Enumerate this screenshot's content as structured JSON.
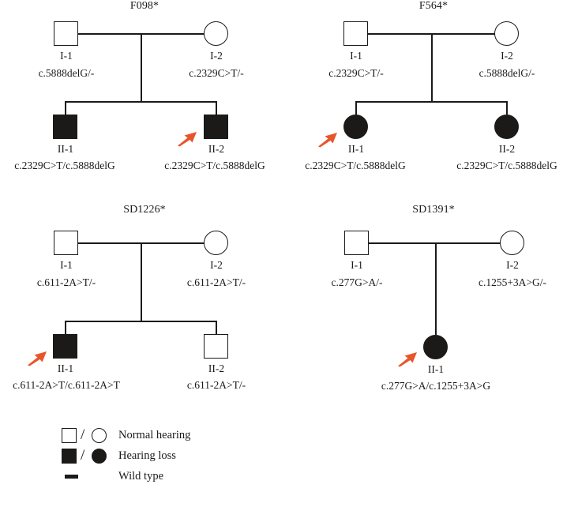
{
  "figure": {
    "kind": "pedigree-chart",
    "colors": {
      "line": "#1a1a1a",
      "filled_symbol": "#1c1a19",
      "proband_arrow": "#e8552a",
      "background": "#ffffff"
    }
  },
  "pedigrees": [
    {
      "id": "F098",
      "title": "F098*",
      "generation_I": [
        {
          "id_label": "I-1",
          "sex": "male",
          "affected": false,
          "genotype": "c.5888delG/-"
        },
        {
          "id_label": "I-2",
          "sex": "female",
          "affected": false,
          "genotype": "c.2329C>T/-"
        }
      ],
      "generation_II": [
        {
          "id_label": "II-1",
          "sex": "male",
          "affected": true,
          "proband": false,
          "genotype": "c.2329C>T/c.5888delG"
        },
        {
          "id_label": "II-2",
          "sex": "male",
          "affected": true,
          "proband": true,
          "genotype": "c.2329C>T/c.5888delG"
        }
      ]
    },
    {
      "id": "F564",
      "title": "F564*",
      "generation_I": [
        {
          "id_label": "I-1",
          "sex": "male",
          "affected": false,
          "genotype": "c.2329C>T/-"
        },
        {
          "id_label": "I-2",
          "sex": "female",
          "affected": false,
          "genotype": "c.5888delG/-"
        }
      ],
      "generation_II": [
        {
          "id_label": "II-1",
          "sex": "female",
          "affected": true,
          "proband": true,
          "genotype": "c.2329C>T/c.5888delG"
        },
        {
          "id_label": "II-2",
          "sex": "female",
          "affected": true,
          "proband": false,
          "genotype": "c.2329C>T/c.5888delG"
        }
      ]
    },
    {
      "id": "SD1226",
      "title": "SD1226*",
      "generation_I": [
        {
          "id_label": "I-1",
          "sex": "male",
          "affected": false,
          "genotype": "c.611-2A>T/-"
        },
        {
          "id_label": "I-2",
          "sex": "female",
          "affected": false,
          "genotype": "c.611-2A>T/-"
        }
      ],
      "generation_II": [
        {
          "id_label": "II-1",
          "sex": "male",
          "affected": true,
          "proband": true,
          "genotype": "c.611-2A>T/c.611-2A>T"
        },
        {
          "id_label": "II-2",
          "sex": "male",
          "affected": false,
          "proband": false,
          "genotype": "c.611-2A>T/-"
        }
      ]
    },
    {
      "id": "SD1391",
      "title": "SD1391*",
      "generation_I": [
        {
          "id_label": "I-1",
          "sex": "male",
          "affected": false,
          "genotype": "c.277G>A/-"
        },
        {
          "id_label": "I-2",
          "sex": "female",
          "affected": false,
          "genotype": "c.1255+3A>G/-"
        }
      ],
      "generation_II": [
        {
          "id_label": "II-1",
          "sex": "female",
          "affected": true,
          "proband": true,
          "genotype": "c.277G>A/c.1255+3A>G"
        }
      ]
    }
  ],
  "legend": {
    "rows": [
      {
        "label": "Normal hearing",
        "symbol": "open-square-slash-open-circle",
        "separator": "/"
      },
      {
        "label": "Hearing loss",
        "symbol": "filled-square-slash-filled-circle",
        "separator": "/"
      },
      {
        "label": "Wild type",
        "symbol": "dash"
      }
    ]
  }
}
